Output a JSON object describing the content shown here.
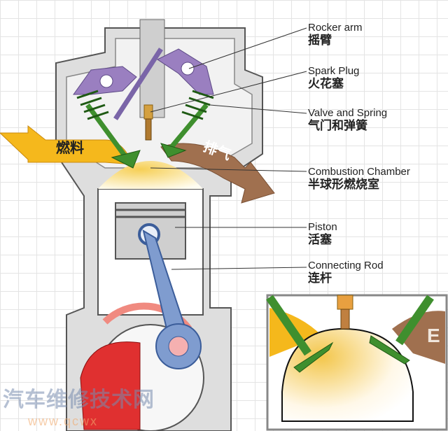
{
  "labels": [
    {
      "en": "Rocker arm",
      "zh": "摇臂"
    },
    {
      "en": "Spark Plug",
      "zh": "火花塞"
    },
    {
      "en": "Valve and Spring",
      "zh": "气门和弹簧"
    },
    {
      "en": "Combustion Chamber",
      "zh": "半球形燃烧室"
    },
    {
      "en": "Piston",
      "zh": "活塞"
    },
    {
      "en": "Connecting Rod",
      "zh": "连杆"
    }
  ],
  "intake_label": "燃料",
  "exhaust_label": "排气",
  "inset_partial_text": "E",
  "watermark": {
    "title": "汽车维修技术网",
    "url": "www.qcwx"
  },
  "colors": {
    "intake": "#f5b81c",
    "exhaust": "#a0704f",
    "valve": "#3f8f2e",
    "rocker": "#9a7fc0",
    "piston": "#cfcfcf",
    "rod": "#7f9ccf",
    "crank": "#e03030"
  }
}
